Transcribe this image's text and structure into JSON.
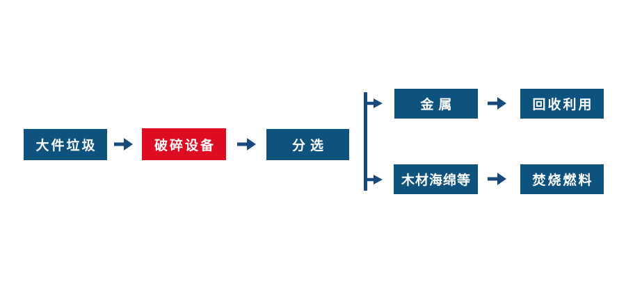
{
  "diagram": {
    "type": "flowchart",
    "colors": {
      "node_blue": "#0E527E",
      "node_red": "#DC0C22",
      "arrow_blue": "#17497A",
      "node_text": "#FFFFFF",
      "background": "#FFFFFF"
    },
    "nodes": {
      "bulky_waste": {
        "label": "大件垃圾",
        "color": "blue"
      },
      "crushing_equipment": {
        "label": "破碎设备",
        "color": "red"
      },
      "sorting": {
        "label": "分选",
        "color": "blue"
      },
      "metal": {
        "label": "金属",
        "color": "blue"
      },
      "recycling": {
        "label": "回收利用",
        "color": "blue"
      },
      "wood_sponge": {
        "label": "木材海绵等",
        "color": "blue"
      },
      "incineration_fuel": {
        "label": "焚烧燃料",
        "color": "blue"
      }
    },
    "edges": [
      {
        "from": "大件垃圾",
        "to": "破碎设备"
      },
      {
        "from": "破碎设备",
        "to": "分选"
      },
      {
        "from": "分选",
        "to": "金属"
      },
      {
        "from": "分选",
        "to": "木材海绵等"
      },
      {
        "from": "金属",
        "to": "回收利用"
      },
      {
        "from": "木材海绵等",
        "to": "焚烧燃料"
      }
    ]
  }
}
